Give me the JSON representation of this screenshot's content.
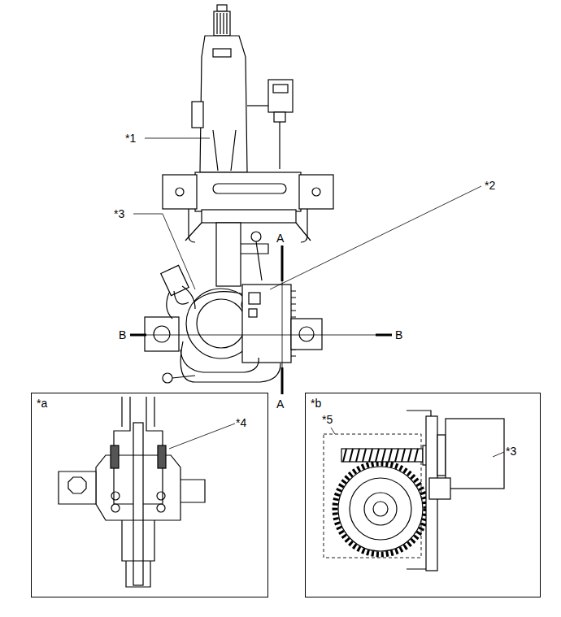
{
  "diagram": {
    "nodes": [
      {
        "text": [
          "*a"
        ]
      },
      {
        "text": [
          "*b"
        ]
      }
    ],
    "edges": [],
    "labels": [
      "*1",
      "*2",
      "*3",
      "A",
      "A",
      "B",
      "B",
      "*4",
      "*5",
      "*3"
    ]
  }
}
